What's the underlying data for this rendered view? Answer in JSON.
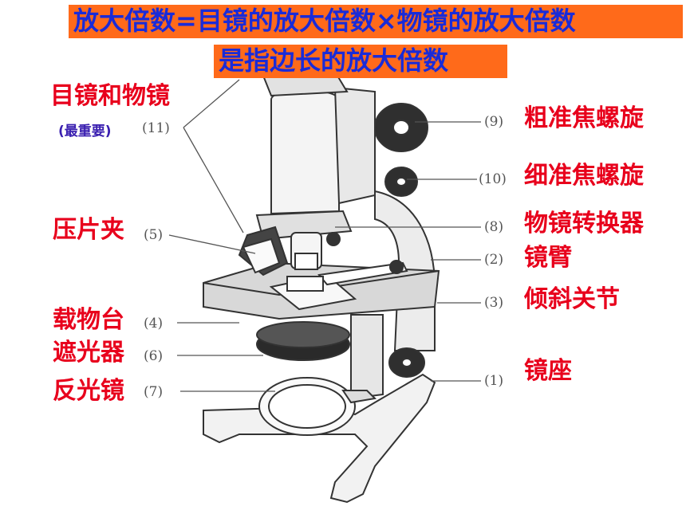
{
  "banner": {
    "line1": "放大倍数=目镜的放大倍数×物镜的放大倍数",
    "line2": "是指边长的放大倍数"
  },
  "parts": {
    "eyepiece_objective": {
      "label": "目镜和物镜",
      "note": "(最重要)",
      "num": "(11)"
    },
    "coarse_focus": {
      "label": "粗准焦螺旋",
      "num": "(9)"
    },
    "fine_focus": {
      "label": "细准焦螺旋",
      "num": "(10)"
    },
    "stage_clip": {
      "label": "压片夹",
      "num": "(5)"
    },
    "nosepiece": {
      "label": "物镜转换器",
      "num": "(8)"
    },
    "arm": {
      "label": "镜臂",
      "num": "(2)"
    },
    "tilt_joint": {
      "label": "倾斜关节",
      "num": "(3)"
    },
    "stage": {
      "label": "载物台",
      "num": "(4)"
    },
    "diaphragm": {
      "label": "遮光器",
      "num": "(6)"
    },
    "base": {
      "label": "镜座",
      "num": "(1)"
    },
    "mirror": {
      "label": "反光镜",
      "num": "(7)"
    }
  },
  "colors": {
    "banner_bg": "#ff6a1a",
    "banner_text": "#1a2bd8",
    "label_red": "#e8001c",
    "note_blue": "#3a1fb0"
  }
}
